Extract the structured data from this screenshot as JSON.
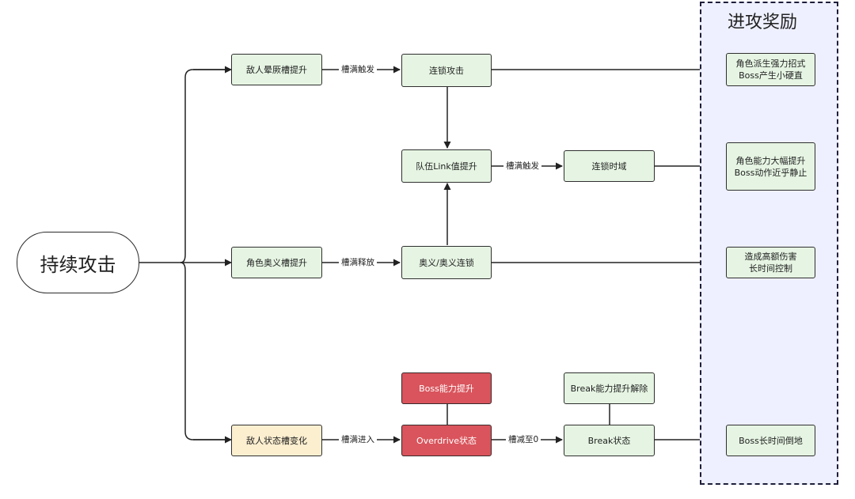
{
  "colors": {
    "green_node": "#e6f5e3",
    "yellow_node": "#fcefd0",
    "red_node": "#d9545c",
    "reward_panel": "#eef0ff"
  },
  "root": "持续攻击",
  "branches": {
    "stagger_gauge": "敌人晕厥槽提升",
    "ultimate_gauge": "角色奥义槽提升",
    "enemy_state_gauge": "敌人状态槽变化"
  },
  "nodes": {
    "chain_attack": "连锁攻击",
    "team_link": "队伍Link值提升",
    "chain_domain": "连锁时域",
    "ultimate_chain": "奥义/奥义连锁",
    "boss_power_up": "Boss能力提升",
    "overdrive": "Overdrive状态",
    "break_state": "Break状态",
    "break_release": "Break能力提升解除"
  },
  "edge_labels": {
    "full_trigger_1": "槽满触发",
    "full_trigger_2": "槽满触发",
    "full_release": "槽满释放",
    "full_enter": "槽满进入",
    "reduce_to_zero": "槽减至0"
  },
  "rewards": {
    "title": "进攻奖励",
    "items": [
      [
        "角色派生强力招式",
        "Boss产生小硬直"
      ],
      [
        "角色能力大幅提升",
        "Boss动作近乎静止"
      ],
      [
        "造成高额伤害",
        "长时间控制"
      ],
      [
        "Boss长时间倒地"
      ]
    ]
  }
}
